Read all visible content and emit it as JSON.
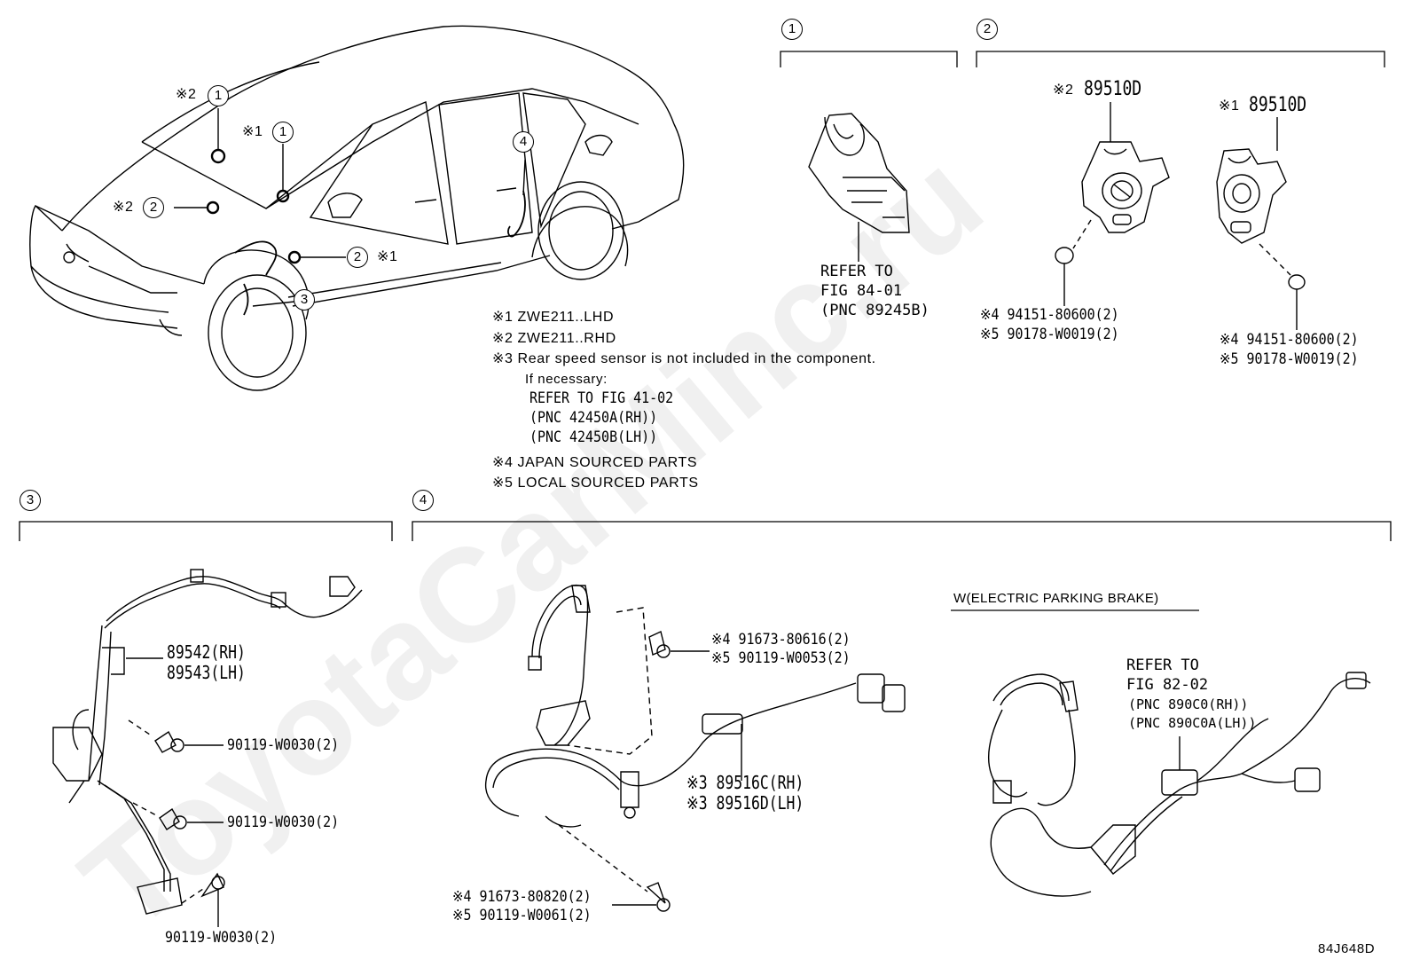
{
  "watermark": "ToyotaCarMinc.ru",
  "callouts": {
    "c1": "1",
    "c2": "2",
    "c3": "3",
    "c4": "4"
  },
  "car_marks": {
    "m1a": "※2",
    "m1b": "※1",
    "m2a": "※2",
    "m2b": "※1"
  },
  "notes": {
    "n1": "※1 ZWE211..LHD",
    "n2": "※2 ZWE211..RHD",
    "n3": "※3 Rear speed sensor is not included in the component.",
    "n3b": "If necessary:",
    "n3c": "REFER TO FIG 41-02",
    "n3d": "(PNC 42450A(RH))",
    "n3e": "(PNC 42450B(LH))",
    "n4": "※4 JAPAN SOURCED PARTS",
    "n5": "※5 LOCAL SOURCED PARTS"
  },
  "sec1": {
    "refer1": "REFER TO",
    "refer2": "FIG 84-01",
    "refer3": "(PNC 89245B)"
  },
  "sec2": {
    "p1_mark": "※2",
    "p1": "89510D",
    "p2_mark": "※1",
    "p2": "89510D",
    "a1": "※4 94151-80600(2)",
    "a2": "※5 90178-W0019(2)",
    "b1": "※4 94151-80600(2)",
    "b2": "※5 90178-W0019(2)"
  },
  "sec3": {
    "s1": "89542(RH)",
    "s2": "89543(LH)",
    "bolt1": "90119-W0030(2)",
    "bolt2": "90119-W0030(2)",
    "bolt3": "90119-W0030(2)"
  },
  "sec4": {
    "b1a": "※4 91673-80616(2)",
    "b1b": "※5 90119-W0053(2)",
    "h1": "※3 89516C(RH)",
    "h2": "※3 89516D(LH)",
    "b2a": "※4 91673-80820(2)",
    "b2b": "※5 90119-W0061(2)",
    "epb": "W(ELECTRIC PARKING BRAKE)",
    "r1": "REFER TO",
    "r2": "FIG 82-02",
    "r3": "(PNC 890C0(RH))",
    "r4": "(PNC 890C0A(LH))"
  },
  "code": "84J648D"
}
